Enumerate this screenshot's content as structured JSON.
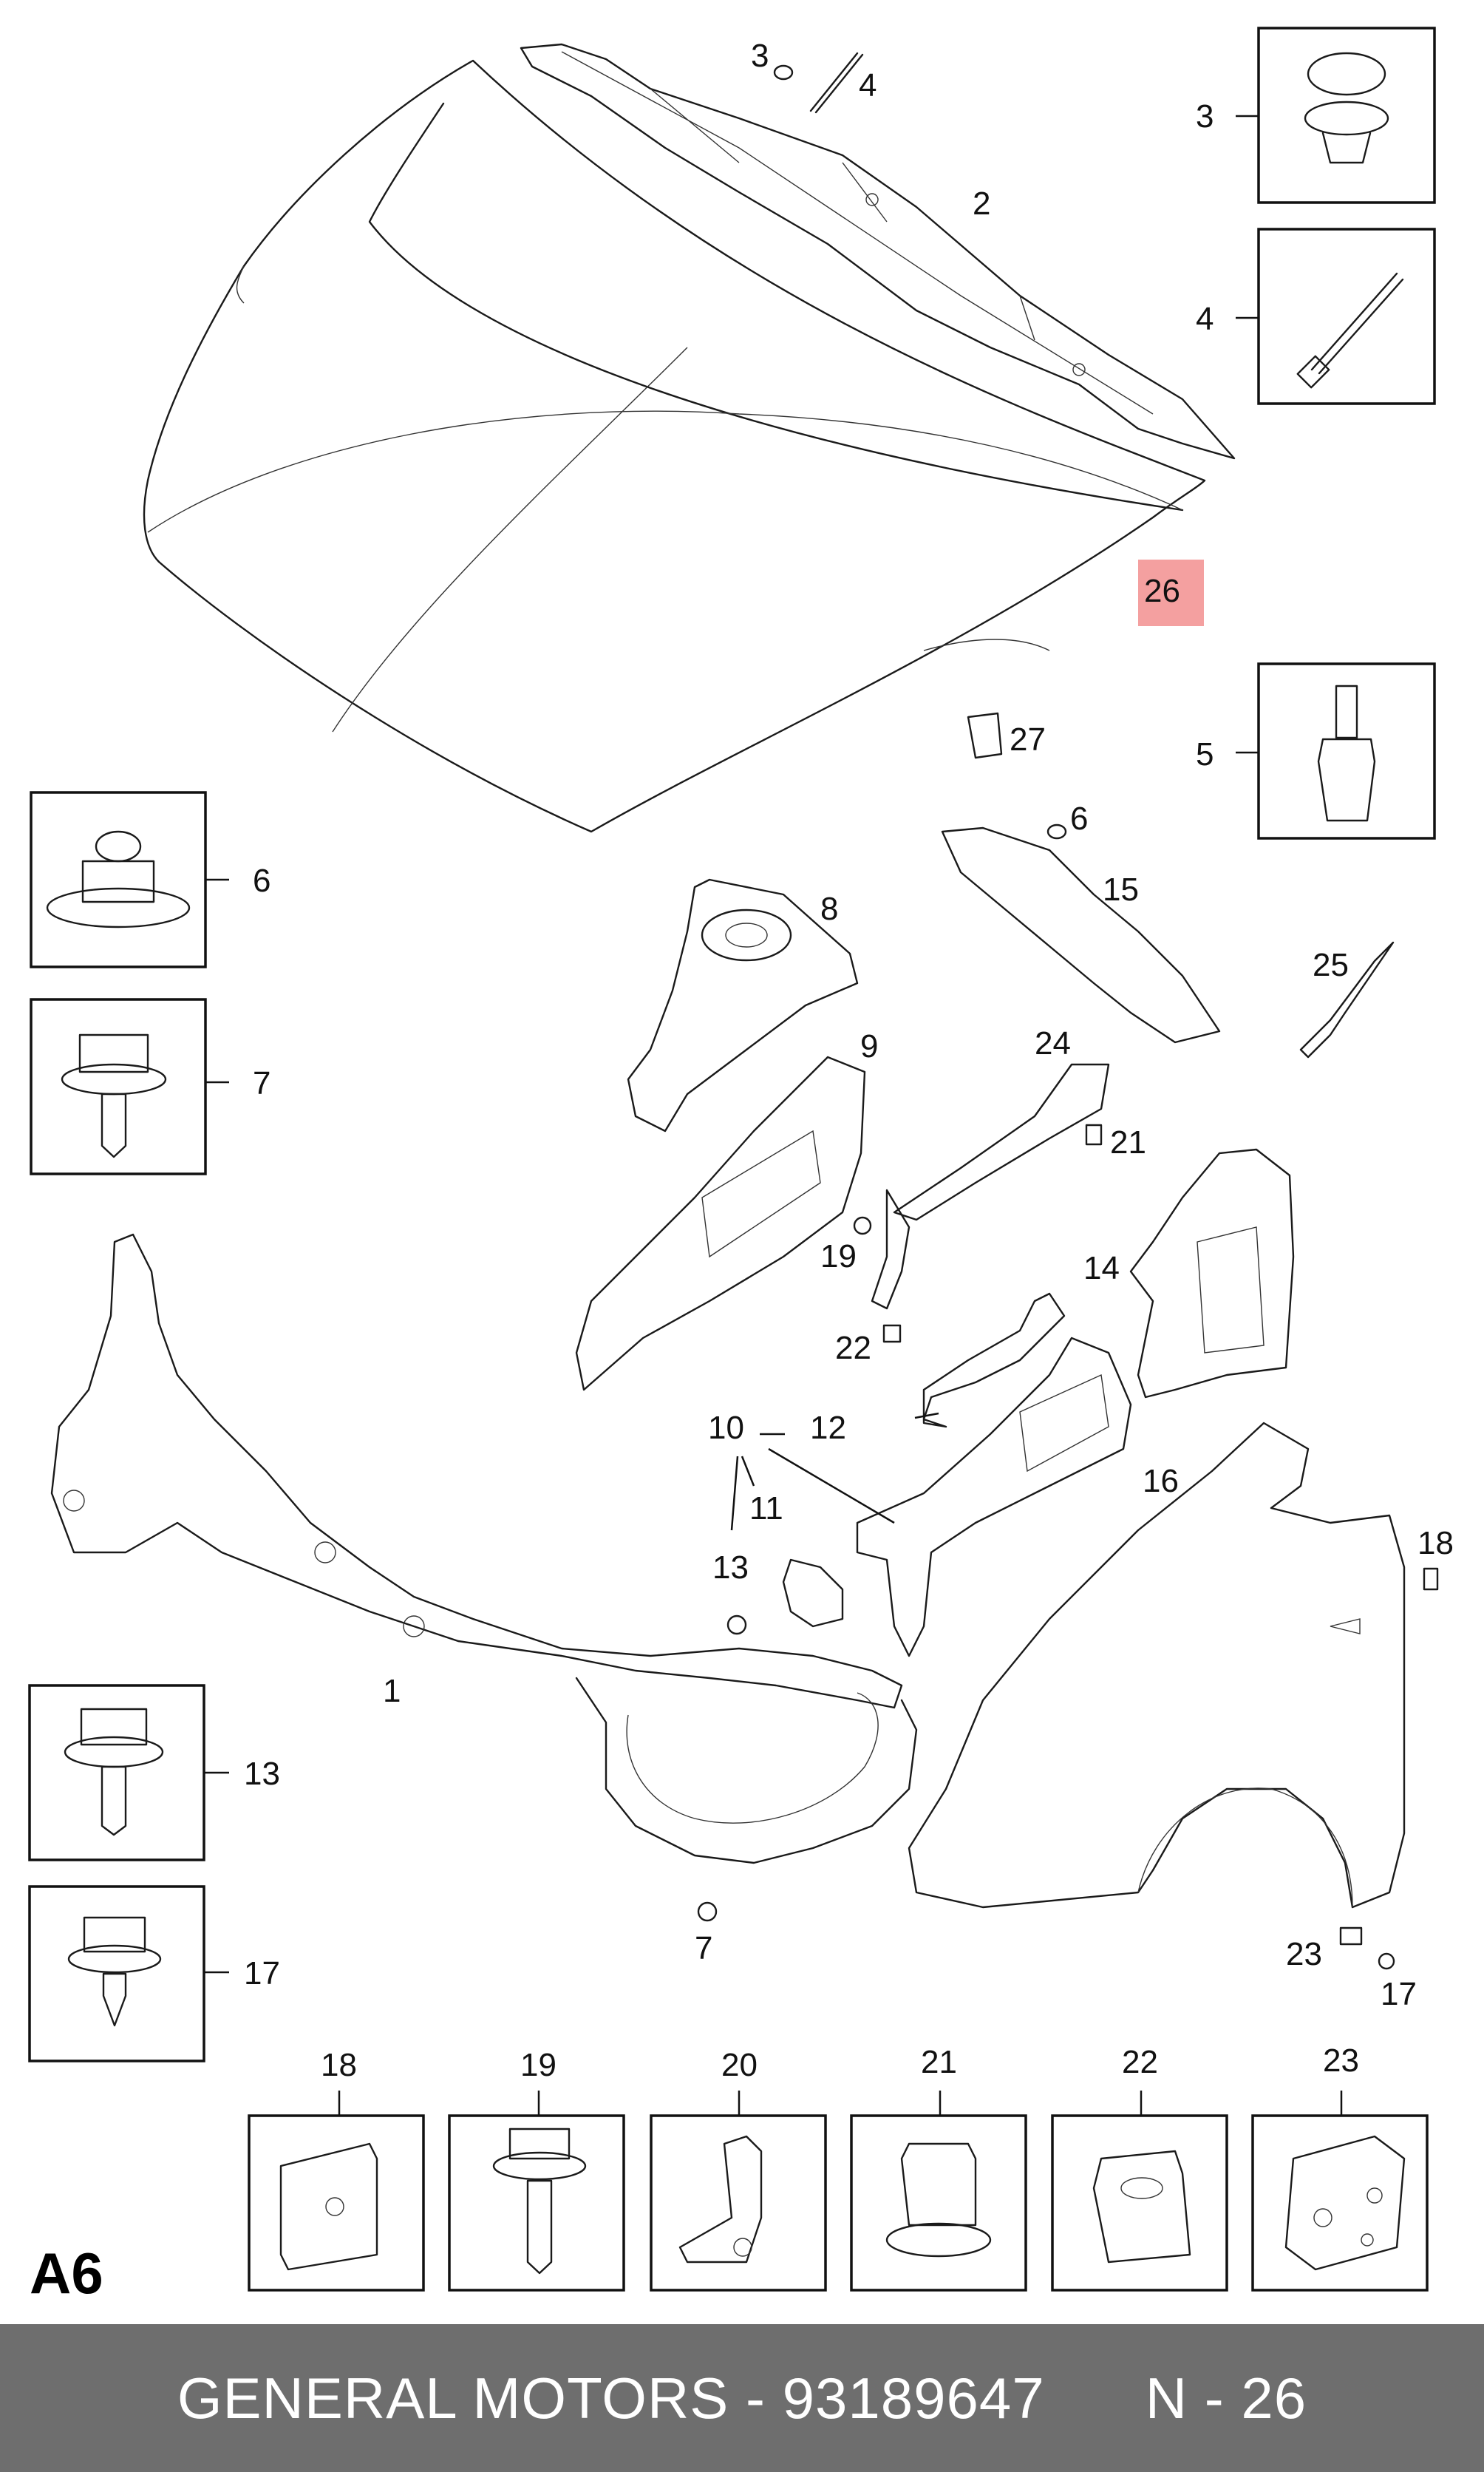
{
  "page_label": "A6",
  "footer": {
    "brand": "GENERAL MOTORS",
    "separator": " - ",
    "part_number": "93189647",
    "position_label": "N - 26"
  },
  "highlight_color": "#f4a0a0",
  "highlighted_callout": "26",
  "callouts": {
    "c1": "1",
    "c2": "2",
    "c3_top": "3",
    "c4_top": "4",
    "c3_box": "3",
    "c4_box": "4",
    "c5_box": "5",
    "c6_small": "6",
    "c6_box": "6",
    "c7_box": "7",
    "c7_small": "7",
    "c8": "8",
    "c9": "9",
    "c10": "10",
    "c11": "11",
    "c12": "12",
    "c13": "13",
    "c13_box": "13",
    "c14": "14",
    "c15": "15",
    "c16": "16",
    "c17_box": "17",
    "c17_small": "17",
    "c18": "18",
    "c19": "19",
    "c21": "21",
    "c22": "22",
    "c23": "23",
    "c24": "24",
    "c25": "25",
    "c26": "26",
    "c27": "27",
    "b18": "18",
    "b19": "19",
    "b20": "20",
    "b21": "21",
    "b22": "22",
    "b23": "23"
  }
}
